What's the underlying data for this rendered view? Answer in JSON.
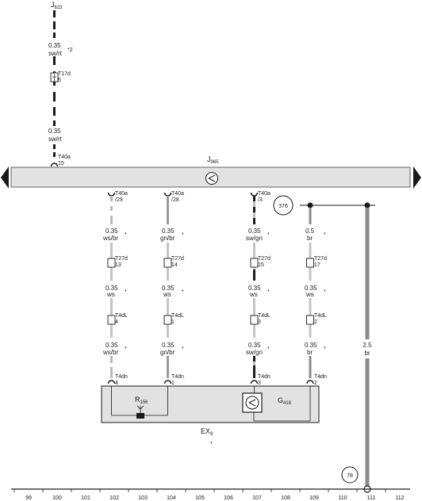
{
  "top_component": {
    "name": "J",
    "sub": "623"
  },
  "control_unit": {
    "name": "J",
    "sub": "965"
  },
  "module": {
    "name": "EX",
    "sub": "9",
    "asterisk": "*"
  },
  "sensor": {
    "name": "R",
    "sub": "156"
  },
  "antenna_unit": {
    "name": "G",
    "sub": "418"
  },
  "top_wire": {
    "seg1_size": "0.35",
    "seg1_color": "sw/rt",
    "note": "*2",
    "connector1_name": "T17d",
    "connector1_pin": "5",
    "seg2_size": "0.35",
    "seg2_color": "sw/rt",
    "connector2_name": "T40a",
    "connector2_pin": "15"
  },
  "circles": {
    "ref1": "376",
    "ref2": "78"
  },
  "wires": [
    {
      "conn1": "T40a",
      "pin1": "/29",
      "size1": "0.35",
      "color1": "ws/br",
      "conn2": "T27d",
      "pin2": "13",
      "size2": "0.35",
      "color2": "ws",
      "conn3": "T4dL",
      "pin3": "4",
      "size3": "0.35",
      "color3": "ws/br",
      "conn4": "T4dn",
      "pin4": "4"
    },
    {
      "conn1": "T40a",
      "pin1": "/28",
      "size1": "0.35",
      "color1": "gn/br",
      "conn2": "T27d",
      "pin2": "14",
      "size2": "0.35",
      "color2": "ws",
      "conn3": "T4dL",
      "pin3": "1",
      "size3": "0.35",
      "color3": "gn/br",
      "conn4": "T4dn",
      "pin4": "1"
    },
    {
      "conn1": "T40a",
      "pin1": "/3",
      "size1": "0.35",
      "color1": "sw/gn",
      "conn2": "T27d",
      "pin2": "15",
      "size2": "0.35",
      "color2": "ws",
      "conn3": "T4dL",
      "pin3": "3",
      "size3": "0.35",
      "color3": "sw/gn",
      "conn4": "T4dn",
      "pin4": "3"
    },
    {
      "conn1": "",
      "pin1": "",
      "size1": "0.5",
      "color1": "br",
      "conn2": "T27d",
      "pin2": "17",
      "size2": "0.35",
      "color2": "ws",
      "conn3": "T4dL",
      "pin3": "2",
      "size3": "0.35",
      "color3": "br",
      "conn4": "T4dn",
      "pin4": "2"
    }
  ],
  "ground_wire": {
    "size": "2.5",
    "color": "br"
  },
  "asterisk": "*",
  "ruler": [
    "99",
    "100",
    "101",
    "102",
    "103",
    "104",
    "105",
    "106",
    "107",
    "108",
    "109",
    "110",
    "111",
    "112"
  ],
  "colors": {
    "bus_fill": "#e2e2e2",
    "line": "#222222",
    "wire_brown": "#8a8a8a"
  }
}
